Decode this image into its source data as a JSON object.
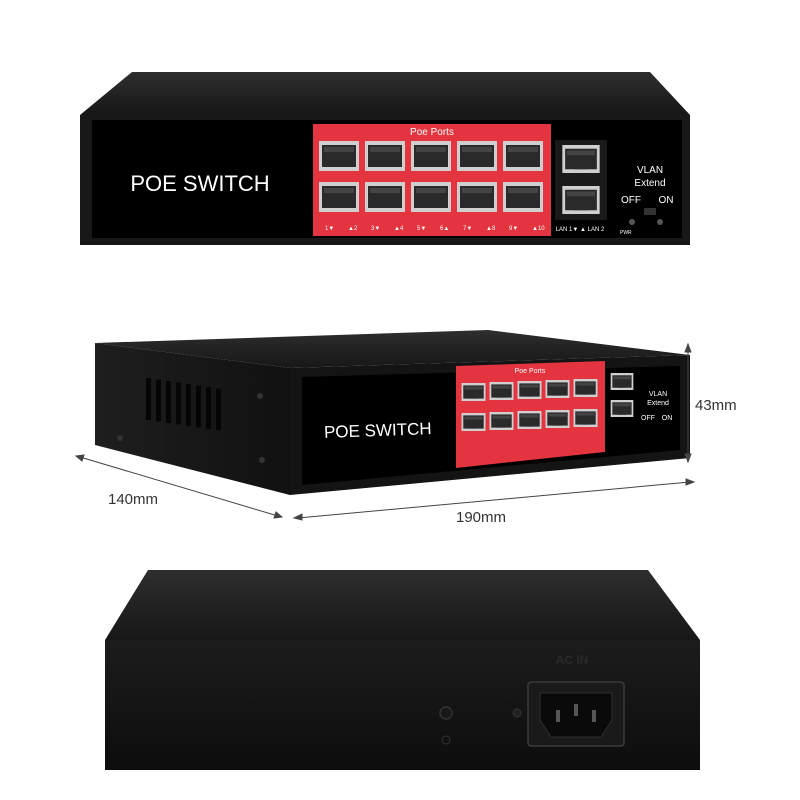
{
  "views": {
    "front": {
      "label": "POE SWITCH",
      "poe_header": "Poe Ports",
      "port_labels": [
        "1▼",
        "▲2",
        "3▼",
        "▲4",
        "5▼",
        "6▲",
        "7▼",
        "▲8",
        "9▼",
        "▲10"
      ],
      "lan_labels": "LAN 1▼  ▲ LAN 2",
      "pwr": "PWR",
      "vlan_title_1": "VLAN",
      "vlan_title_2": "Extend",
      "off": "OFF",
      "on": "ON"
    },
    "iso": {
      "label": "POE SWITCH",
      "poe_header": "Poe Ports",
      "vlan_title_1": "VLAN",
      "vlan_title_2": "Extend",
      "off": "OFF",
      "on": "ON"
    },
    "rear": {
      "power_label": "AC IN"
    }
  },
  "dimensions": {
    "height": "43mm",
    "depth": "140mm",
    "width": "190mm"
  },
  "colors": {
    "body": "#1b1b1b",
    "panel": "#000000",
    "poe_red": "#e3343f"
  }
}
